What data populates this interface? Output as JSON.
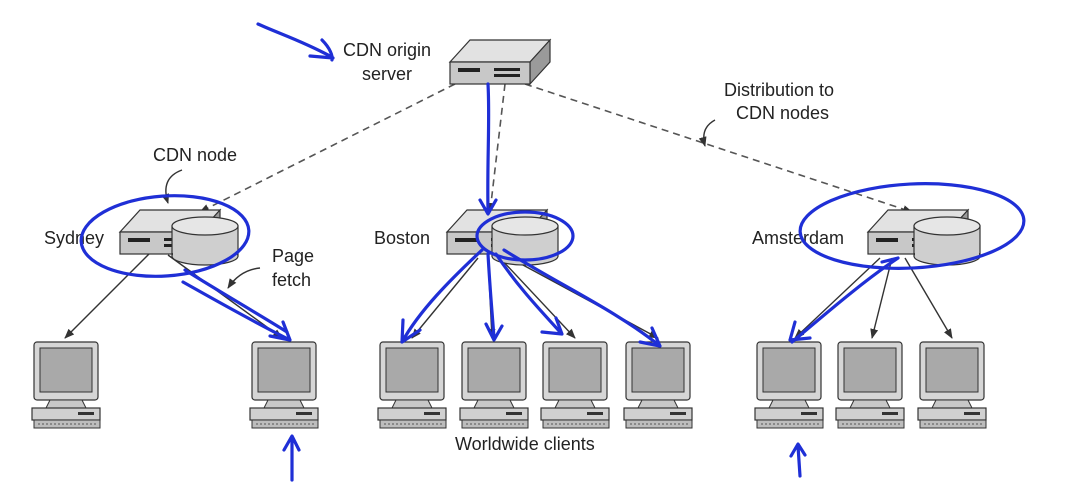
{
  "labels": {
    "origin_line1": "CDN origin",
    "origin_line2": "server",
    "distribution_line1": "Distribution to",
    "distribution_line2": "CDN nodes",
    "cdn_node": "CDN node",
    "sydney": "Sydney",
    "boston": "Boston",
    "amsterdam": "Amsterdam",
    "page_fetch_line1": "Page",
    "page_fetch_line2": "fetch",
    "worldwide_clients": "Worldwide clients"
  },
  "colors": {
    "annotation": "#1f2fd6",
    "device_face": "#c8c8c8",
    "device_top": "#e2e2e2",
    "device_side": "#9a9a9a",
    "screen": "#a9a9a9",
    "line": "#444444"
  }
}
